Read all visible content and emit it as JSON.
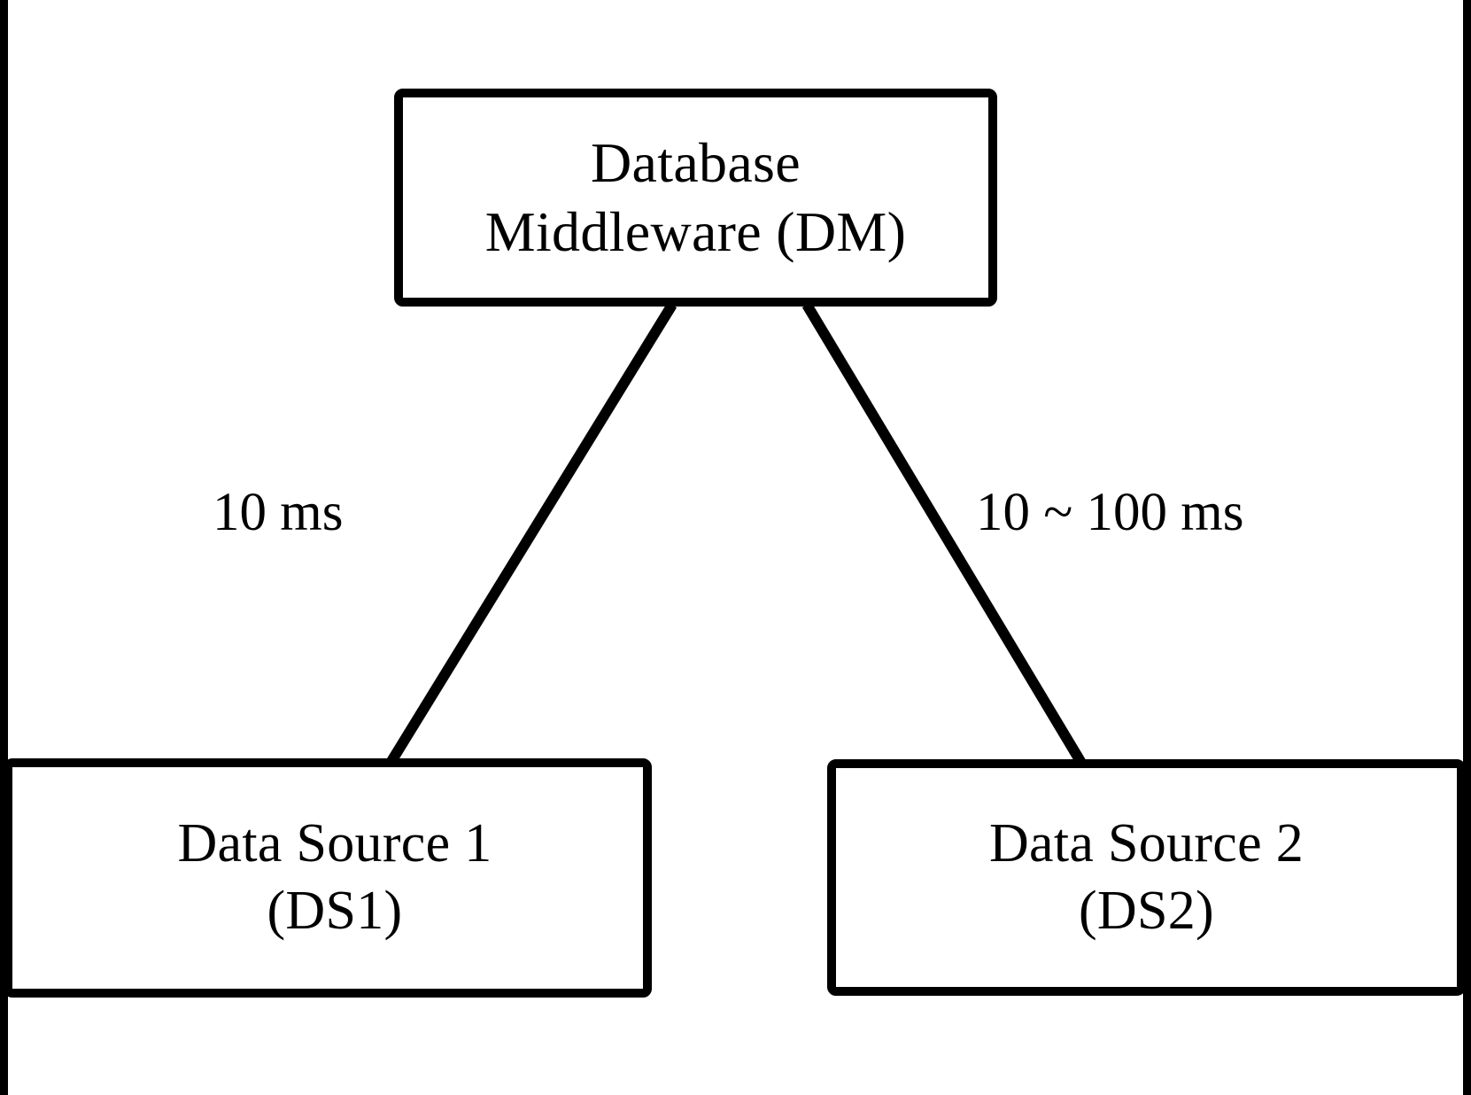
{
  "diagram": {
    "type": "node-link-diagram",
    "background_color": "#ffffff",
    "stroke_color": "#000000",
    "frame": {
      "left_rule": "vertical-rule",
      "right_rule": "vertical-rule"
    },
    "nodes": [
      {
        "id": "dm",
        "label": "Database\nMiddleware (DM)",
        "short_name": "DM",
        "full_name": "Database Middleware"
      },
      {
        "id": "ds1",
        "label": "Data Source 1\n(DS1)",
        "short_name": "DS1",
        "full_name": "Data Source 1"
      },
      {
        "id": "ds2",
        "label": "Data Source 2\n(DS2)",
        "short_name": "DS2",
        "full_name": "Data Source 2"
      }
    ],
    "edges": [
      {
        "id": "dm-ds1",
        "from": "dm",
        "to": "ds1",
        "label": "10 ms",
        "latency_min_ms": 10,
        "latency_max_ms": 10
      },
      {
        "id": "dm-ds2",
        "from": "dm",
        "to": "ds2",
        "label": "10 ~ 100 ms",
        "latency_min_ms": 10,
        "latency_max_ms": 100
      }
    ]
  }
}
